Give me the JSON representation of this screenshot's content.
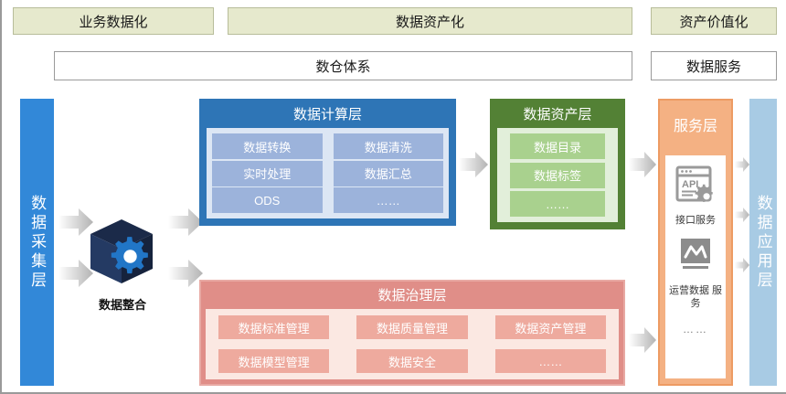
{
  "banner": {
    "items": [
      {
        "label": "业务数据化"
      },
      {
        "label": "数据资产化"
      },
      {
        "label": "资产价值化"
      }
    ],
    "subitems": [
      {
        "label": "数仓体系"
      },
      {
        "label": "数据服务"
      }
    ]
  },
  "columns": {
    "collect": {
      "label": "数据采集层",
      "color": "#3288d8"
    },
    "app": {
      "label": "数据应用层",
      "color": "#a8cbe4"
    }
  },
  "integration": {
    "label": "数据整合",
    "icon": "cube-gear-icon"
  },
  "compute_layer": {
    "title": "数据计算层",
    "header_color": "#2e75b6",
    "body_color": "#dce6f4",
    "cell_color": "#9cb3db",
    "rows": [
      [
        "数据转换",
        "数据清洗"
      ],
      [
        "实时处理",
        "数据汇总"
      ],
      [
        "ODS",
        "……"
      ]
    ]
  },
  "asset_layer": {
    "title": "数据资产层",
    "header_color": "#538135",
    "body_color": "#e2efda",
    "cell_color": "#a9d18e",
    "items": [
      "数据目录",
      "数据标签",
      "……"
    ]
  },
  "governance_layer": {
    "title": "数据治理层",
    "header_color": "#e08e88",
    "body_color": "#fbe8e2",
    "cell_color": "#eeaa9e",
    "rows": [
      [
        "数据标准管理",
        "数据质量管理",
        "数据资产管理"
      ],
      [
        "数据模型管理",
        "数据安全",
        "……"
      ]
    ]
  },
  "service_layer": {
    "title": "服务层",
    "header_color": "#f4b183",
    "items": [
      {
        "label": "接口服务",
        "icon": "api-window-gear-icon"
      },
      {
        "label": "运营数据\n服务",
        "icon": "monitor-chart-icon"
      }
    ],
    "more": "……"
  }
}
